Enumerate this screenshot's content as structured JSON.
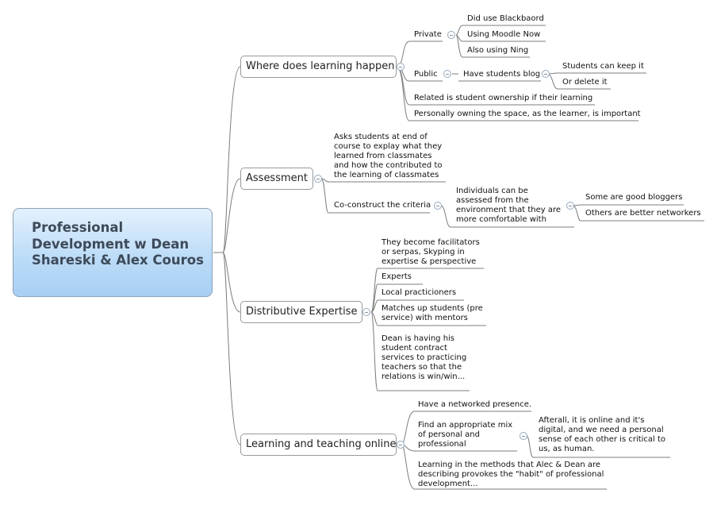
{
  "central_topic": "Professional Development w Dean Shareski & Alex Couros",
  "topics": [
    {
      "label": "Where does learning happen"
    },
    {
      "label": "Assessment"
    },
    {
      "label": "Distributive Expertise"
    },
    {
      "label": "Learning and teaching online"
    }
  ],
  "where": {
    "private": {
      "label": "Private",
      "children": [
        "Did use Blackbaord",
        "Using Moodle Now",
        "Also using Ning"
      ]
    },
    "public": {
      "label": "Public",
      "blog": {
        "label": "Have students blog",
        "children": [
          "Students can keep it",
          "Or delete it"
        ]
      }
    },
    "related": "Related is student ownership if their learning",
    "owning": "Personally owning the space, as the learner, is important"
  },
  "assessment": {
    "asks": "Asks students at end of course to explay what they learned from classmates and how the contributed to the learning of classmates",
    "coconstruct": "Co-construct the criteria",
    "individuals": "Individuals can be assessed from the environment that they are more comfortable with",
    "children": [
      "Some are good bloggers",
      "Others are better networkers"
    ]
  },
  "expertise": {
    "items": [
      "They become facilitators or serpas, Skyping in expertise & perspective",
      "Experts",
      "Local practicioners",
      "Matches up students (pre service) with mentors",
      "Dean is having his student contract services to practicing teachers so that the relations is win/win..."
    ]
  },
  "online": {
    "networked": "Have a networked presence.",
    "mix": "Find an appropriate mix of personal and professional",
    "afterall": "Afterall, it is online and it's digital, and we need a personal sense of each other is critical to us, as human.",
    "habit": "Learning in the methods that Alec & Dean are describing provokes the \"habit\" of professional development..."
  }
}
